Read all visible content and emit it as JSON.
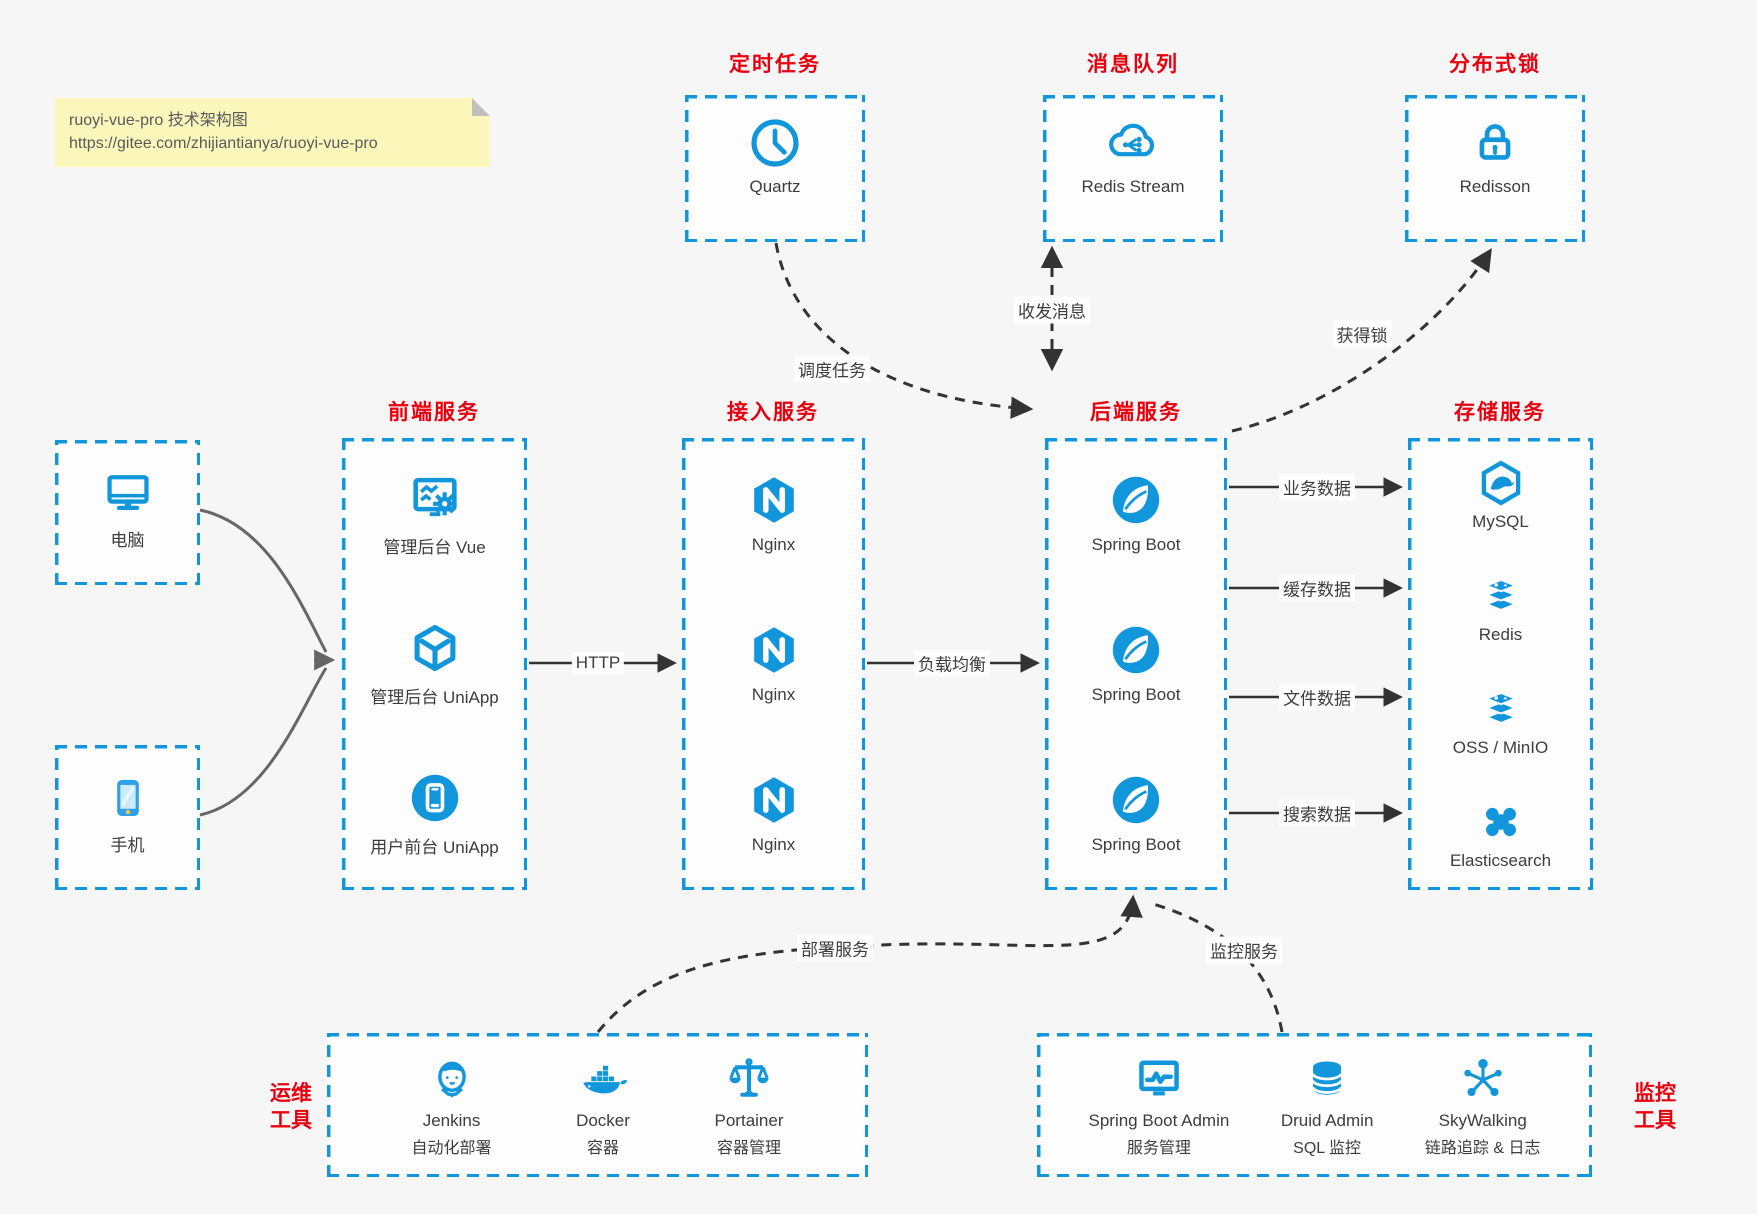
{
  "note": {
    "line1": "ruoyi-vue-pro 技术架构图",
    "line2": "https://gitee.com/zhijiantianya/ruoyi-vue-pro"
  },
  "colors": {
    "accent_blue": "#1296db",
    "title_red": "#e8000f",
    "arrow_dark": "#333333",
    "client_arrow_gray": "#666666",
    "note_bg": "#fbf7bb"
  },
  "groups": {
    "scheduler": {
      "title": "定时任务",
      "items": [
        {
          "label": "Quartz",
          "icon": "clock-icon"
        }
      ]
    },
    "mq": {
      "title": "消息队列",
      "items": [
        {
          "label": "Redis Stream",
          "icon": "cloud-network-icon"
        }
      ]
    },
    "lock": {
      "title": "分布式锁",
      "items": [
        {
          "label": "Redisson",
          "icon": "padlock-icon"
        }
      ]
    },
    "clients": {
      "items": [
        {
          "label": "电脑",
          "icon": "desktop-icon"
        },
        {
          "label": "手机",
          "icon": "smartphone-icon"
        }
      ]
    },
    "frontend": {
      "title": "前端服务",
      "items": [
        {
          "label": "管理后台 Vue",
          "icon": "admin-monitor-gear-icon"
        },
        {
          "label": "管理后台 UniApp",
          "icon": "cube-icon"
        },
        {
          "label": "用户前台 UniApp",
          "icon": "phone-circle-icon"
        }
      ]
    },
    "gateway": {
      "title": "接入服务",
      "items": [
        {
          "label": "Nginx",
          "icon": "nginx-icon"
        },
        {
          "label": "Nginx",
          "icon": "nginx-icon"
        },
        {
          "label": "Nginx",
          "icon": "nginx-icon"
        }
      ]
    },
    "backend": {
      "title": "后端服务",
      "items": [
        {
          "label": "Spring Boot",
          "icon": "spring-icon"
        },
        {
          "label": "Spring Boot",
          "icon": "spring-icon"
        },
        {
          "label": "Spring Boot",
          "icon": "spring-icon"
        }
      ]
    },
    "storage": {
      "title": "存储服务",
      "items": [
        {
          "label": "MySQL",
          "icon": "mysql-icon"
        },
        {
          "label": "Redis",
          "icon": "redis-stack-icon"
        },
        {
          "label": "OSS / MinIO",
          "icon": "redis-stack-icon"
        },
        {
          "label": "Elasticsearch",
          "icon": "elasticsearch-icon"
        }
      ]
    },
    "ops": {
      "title_line1": "运维",
      "title_line2": "工具",
      "items": [
        {
          "name": "Jenkins",
          "desc": "自动化部署",
          "icon": "jenkins-icon"
        },
        {
          "name": "Docker",
          "desc": "容器",
          "icon": "docker-whale-icon"
        },
        {
          "name": "Portainer",
          "desc": "容器管理",
          "icon": "scales-icon"
        }
      ]
    },
    "monitor": {
      "title_line1": "监控",
      "title_line2": "工具",
      "items": [
        {
          "name": "Spring Boot Admin",
          "desc": "服务管理",
          "icon": "chart-monitor-icon"
        },
        {
          "name": "Druid Admin",
          "desc": "SQL 监控",
          "icon": "database-icon"
        },
        {
          "name": "SkyWalking",
          "desc": "链路追踪 & 日志",
          "icon": "topology-icon"
        }
      ]
    }
  },
  "edges": {
    "http": "HTTP",
    "load_balance": "负载均衡",
    "schedule": "调度任务",
    "message": "收发消息",
    "acquire_lock": "获得锁",
    "biz_data": "业务数据",
    "cache_data": "缓存数据",
    "file_data": "文件数据",
    "search_data": "搜索数据",
    "deploy": "部署服务",
    "monitor": "监控服务"
  }
}
